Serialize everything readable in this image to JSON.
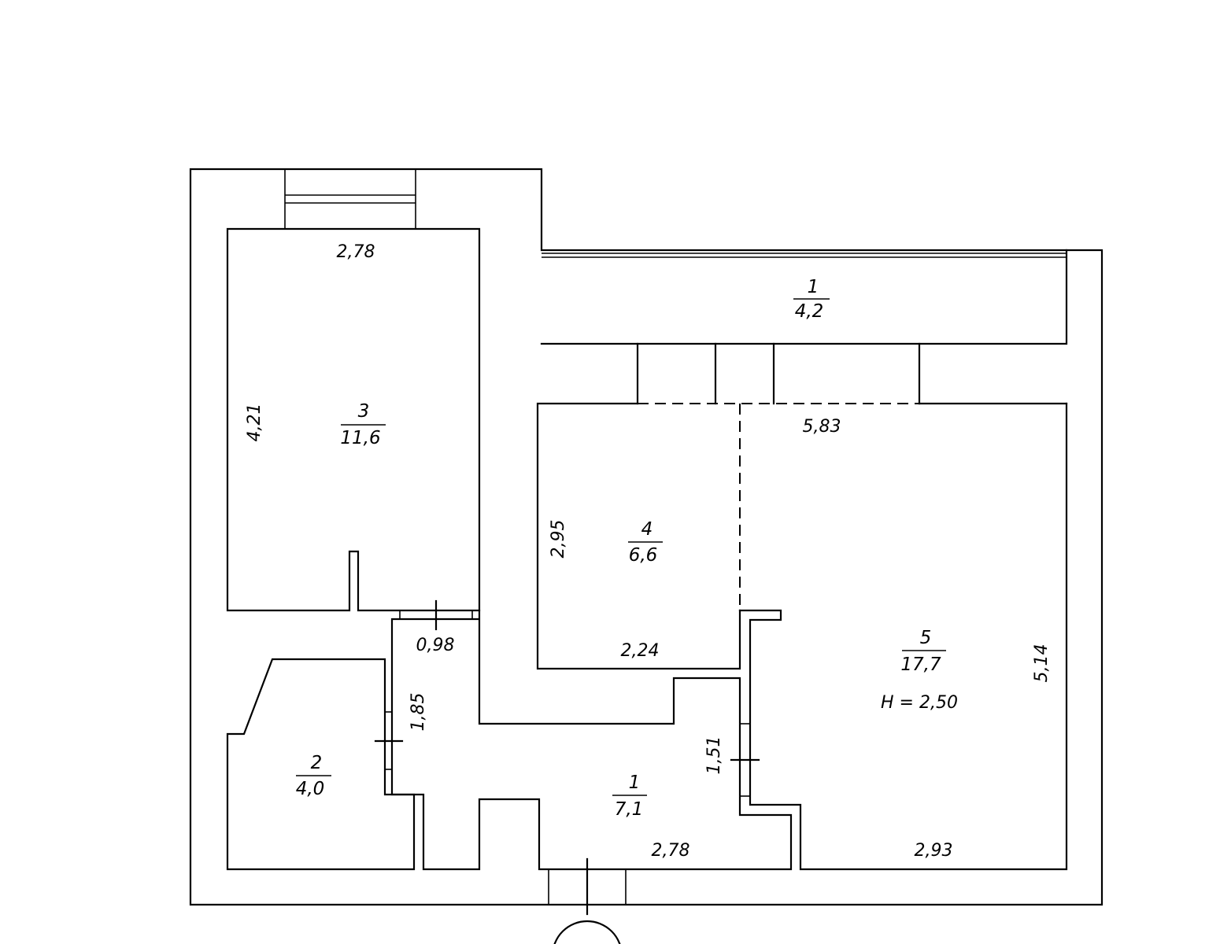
{
  "rooms": [
    {
      "number": "1",
      "area": "4,2"
    },
    {
      "number": "2",
      "area": "4,0"
    },
    {
      "number": "3",
      "area": "11,6"
    },
    {
      "number": "4",
      "area": "6,6"
    },
    {
      "number": "5",
      "area": "17,7"
    },
    {
      "number": "1",
      "area": "7,1"
    }
  ],
  "ceiling_height": "H = 2,50",
  "dimensions": [
    "2,78",
    "4,21",
    "5,83",
    "2,95",
    "2,24",
    "0,98",
    "1,85",
    "1,51",
    "2,78",
    "2,93",
    "5,14"
  ]
}
